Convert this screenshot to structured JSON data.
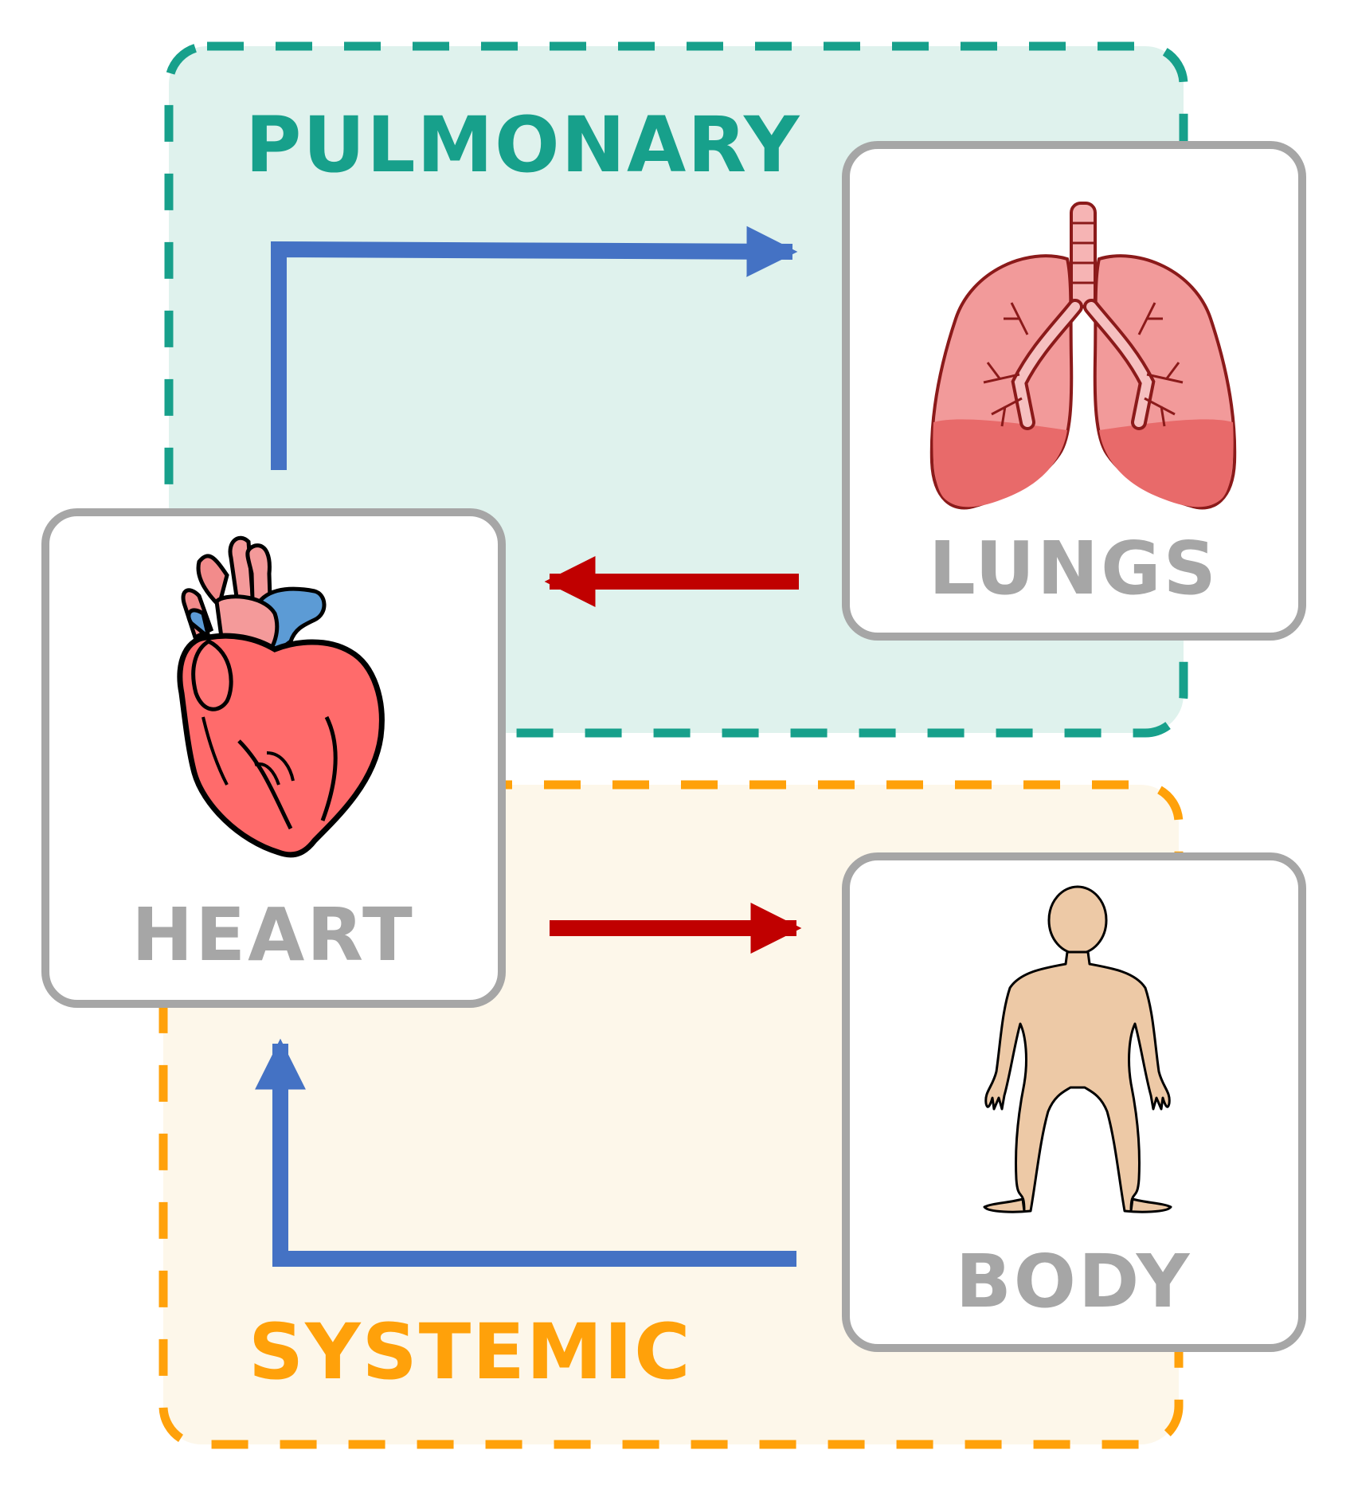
{
  "regions": {
    "pulmonary": {
      "label": "PULMONARY",
      "color": "#17a08b",
      "fill": "#dff2ed"
    },
    "systemic": {
      "label": "SYSTEMIC",
      "color": "#ffa10a",
      "fill": "#fdf7ea"
    }
  },
  "nodes": {
    "heart": {
      "label": "HEART",
      "icon": "heart-icon"
    },
    "lungs": {
      "label": "LUNGS",
      "icon": "lungs-icon"
    },
    "body": {
      "label": "BODY",
      "icon": "human-body-icon"
    }
  },
  "colors": {
    "deoxygenated": "#4472c4",
    "oxygenated": "#c00000",
    "node_border": "#a6a6a6",
    "node_label": "#a6a6a6"
  }
}
